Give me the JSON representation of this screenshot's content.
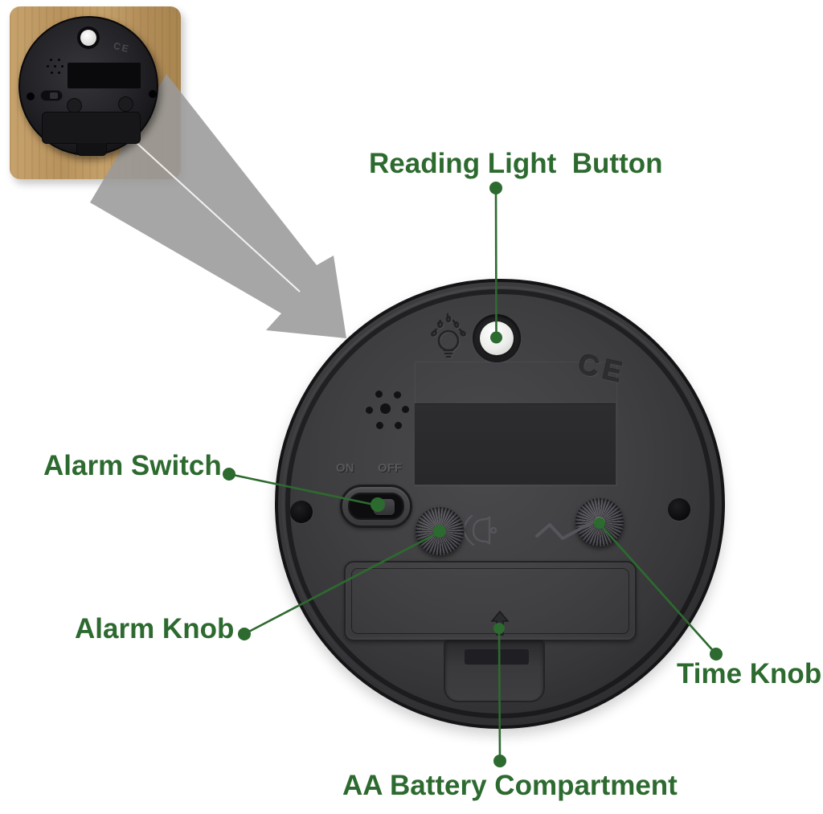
{
  "colors": {
    "annotation_green": "#2d6a2f",
    "clock_body": "#3c3c3e",
    "wood": "#c09a64",
    "arrow_gray": "#9a9a9a",
    "background": "#ffffff"
  },
  "annotations": {
    "reading_light_button": "Reading Light  Button",
    "alarm_switch": "Alarm Switch",
    "alarm_knob": "Alarm Knob",
    "time_knob": "Time Knob",
    "battery_compartment": "AA Battery Compartment"
  },
  "clock_back": {
    "switch_on": "ON",
    "switch_off": "OFF",
    "ce_mark": "CE"
  },
  "inset": {
    "ce_mark": "CE"
  }
}
